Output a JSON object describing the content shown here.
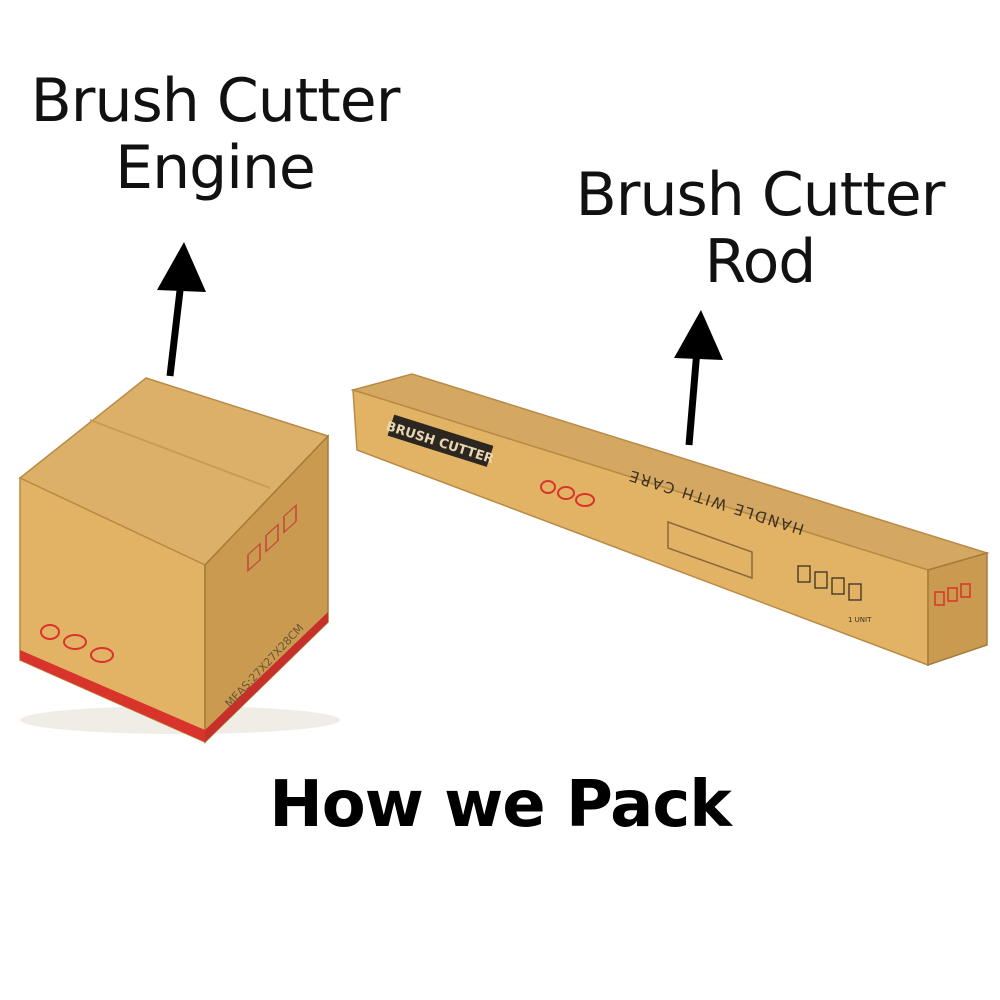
{
  "engine_label": {
    "line1": "Brush Cutter",
    "line2": "Engine"
  },
  "rod_label": {
    "line1": "Brush Cutter",
    "line2": "Rod"
  },
  "caption": "How we Pack",
  "rod_box_print": {
    "brand_plate": "BRUSH CUTTER",
    "handle_text": "HANDLE WITH CARE",
    "unit_text": "1 UNIT"
  },
  "engine_box_print": {
    "measure_text": "MEAS:27X27X28CM"
  },
  "colors": {
    "cardboard_face": "#e3b365",
    "cardboard_side": "#c99a4f",
    "cardboard_top": "#ddb06a",
    "red_stripe": "#d9342b",
    "text": "#111111"
  }
}
